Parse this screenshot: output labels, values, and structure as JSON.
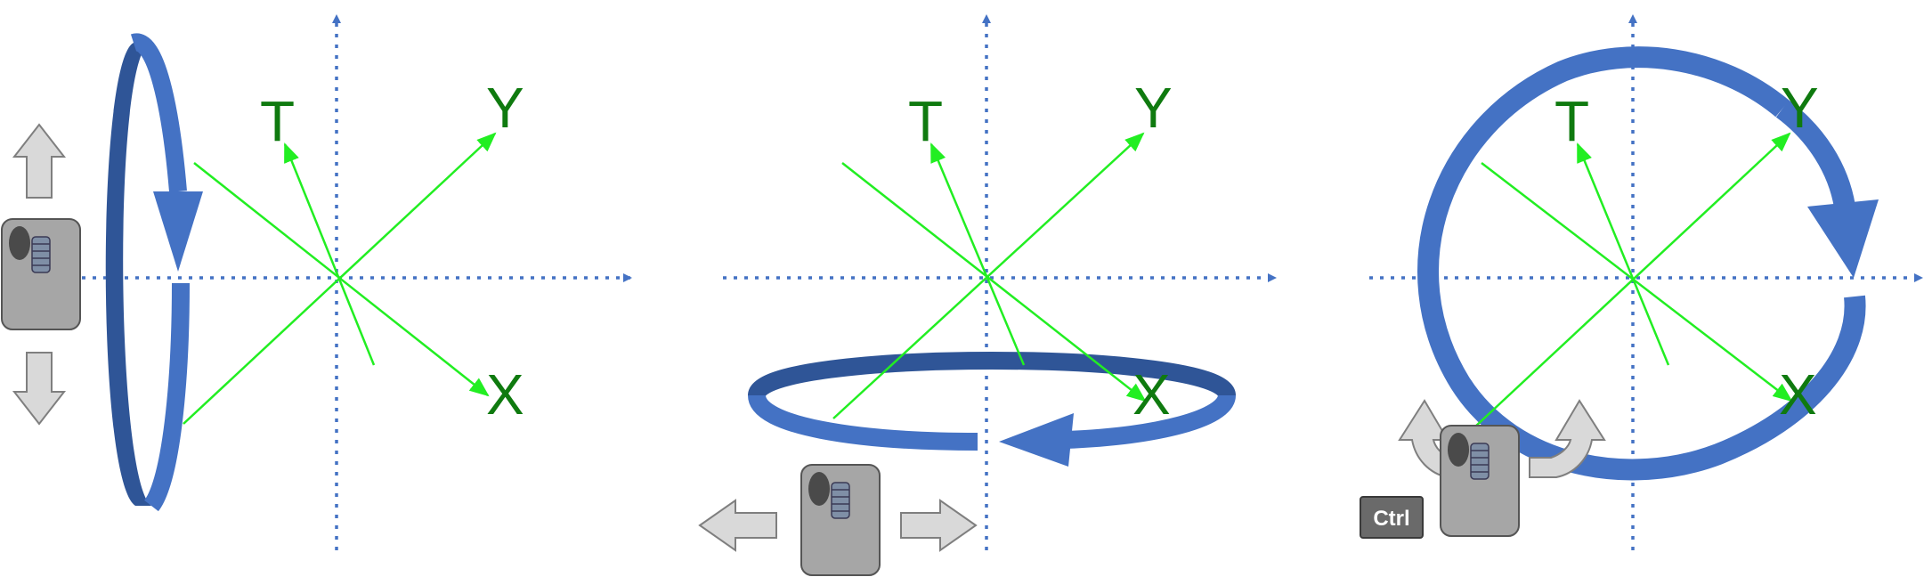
{
  "panels": [
    {
      "id": "vertical-rotation",
      "gesture": "mouse-up-down",
      "axis_labels": {
        "t": "T",
        "y": "Y",
        "x": "X"
      }
    },
    {
      "id": "horizontal-rotation",
      "gesture": "mouse-left-right",
      "axis_labels": {
        "t": "T",
        "y": "Y",
        "x": "X"
      }
    },
    {
      "id": "roll-rotation",
      "gesture": "ctrl-mouse-rotate",
      "axis_labels": {
        "t": "T",
        "y": "Y",
        "x": "X"
      },
      "modifier_key": "Ctrl"
    }
  ],
  "icons": {
    "mouse": "mouse-icon",
    "arrow_up": "arrow-up-icon",
    "arrow_down": "arrow-down-icon",
    "arrow_left": "arrow-left-icon",
    "arrow_right": "arrow-right-icon",
    "curved_arrow_left": "curved-arrow-left-icon",
    "curved_arrow_right": "curved-arrow-right-icon",
    "rotation_arrow": "rotation-arrow-icon"
  },
  "colors": {
    "axis_dotted": "#4472c4",
    "green_lines": "#22ee22",
    "green_labels": "#0f7a0f",
    "rotation_blue": "#4472c4",
    "rotation_dark": "#2f5597",
    "mouse_body": "#a6a6a6",
    "arrow_fill": "#d9d9d9",
    "ctrl_key": "#6a6a6a"
  }
}
